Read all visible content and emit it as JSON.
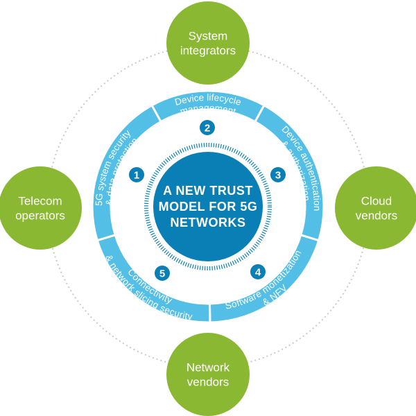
{
  "colors": {
    "green": "#8ab833",
    "ring_blue": "#54bfe6",
    "dark_blue": "#0a7fb6",
    "orbit_gray": "#c9c9c9"
  },
  "center": {
    "lines": [
      "A NEW TRUST",
      "MODEL FOR 5G",
      "NETWORKS"
    ]
  },
  "stakeholders": [
    {
      "lines": [
        "System",
        "integrators"
      ]
    },
    {
      "lines": [
        "Cloud",
        "vendors"
      ]
    },
    {
      "lines": [
        "Network",
        "vendors"
      ]
    },
    {
      "lines": [
        "Telecom",
        "operators"
      ]
    }
  ],
  "segments": [
    {
      "number": "1",
      "lines": [
        "5G system security",
        "& data protection"
      ]
    },
    {
      "number": "2",
      "lines": [
        "Device lifecycle",
        "management"
      ]
    },
    {
      "number": "3",
      "lines": [
        "Device authentication",
        "& authorization"
      ]
    },
    {
      "number": "4",
      "lines": [
        "Software monetization",
        "& NFV"
      ]
    },
    {
      "number": "5",
      "lines": [
        "Connectivity",
        "& network slicing security"
      ]
    }
  ]
}
